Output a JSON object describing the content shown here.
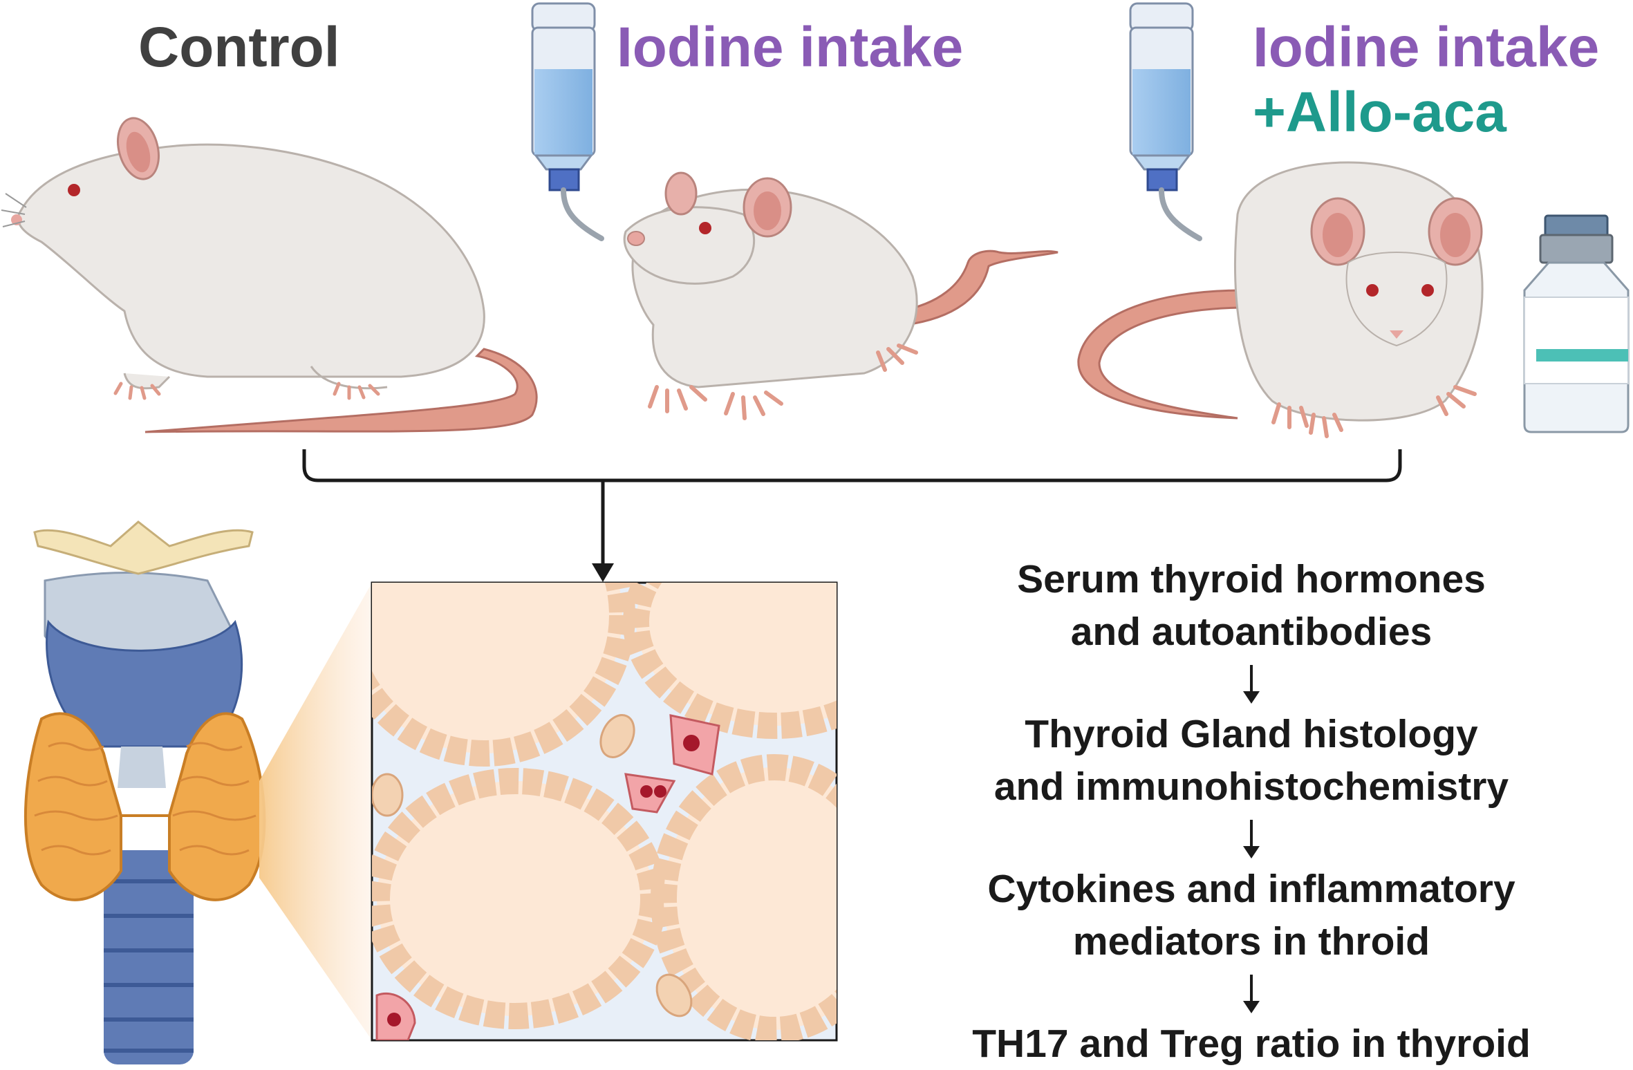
{
  "groups": {
    "control": {
      "label": "Control"
    },
    "iodine": {
      "label": "Iodine intake"
    },
    "iodine_alloaca": {
      "label": "Iodine intake",
      "sublabel": "+Allo-aca"
    }
  },
  "workflow": {
    "step1_line1": "Serum thyroid hormones",
    "step1_line2": "and autoantibodies",
    "step2_line1": "Thyroid Gland histology",
    "step2_line2": "and immunohistochemistry",
    "step3_line1": "Cytokines and inflammatory",
    "step3_line2": "mediators in throid",
    "step4_line1": "TH17 and Treg ratio in thyroid"
  },
  "colors": {
    "control_label": "#404040",
    "iodine_label": "#8a5bb5",
    "alloaca_label": "#1e9a8c",
    "rat_body": "#ece9e6",
    "rat_tail": "#e09a8a",
    "thyroid": "#f0a94c",
    "trachea": "#5f7bb5",
    "follicle_bg": "#fde8d6",
    "stroma": "#e8eff8"
  }
}
